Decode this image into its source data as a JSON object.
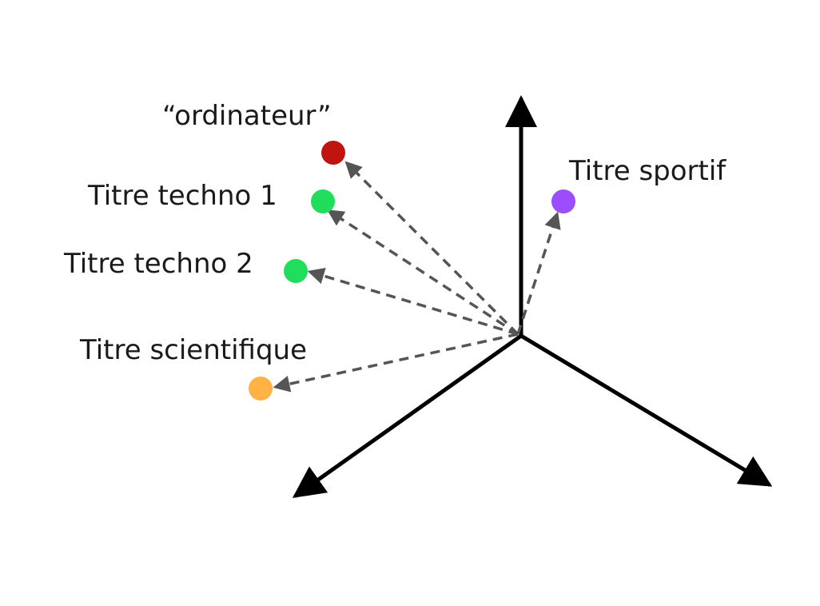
{
  "diagram": {
    "points": [
      {
        "id": "ordinateur",
        "label": "“ordinateur”",
        "color": "#c0150f"
      },
      {
        "id": "techno1",
        "label": "Titre techno 1",
        "color": "#21dd5c"
      },
      {
        "id": "techno2",
        "label": "Titre techno 2",
        "color": "#21dd5c"
      },
      {
        "id": "scientifique",
        "label": "Titre scientifique",
        "color": "#ffb347"
      },
      {
        "id": "sportif",
        "label": "Titre sportif",
        "color": "#9b4dff"
      }
    ],
    "colors": {
      "axes": "#000000",
      "vectors": "#555555",
      "text": "#1a1a1a"
    }
  }
}
